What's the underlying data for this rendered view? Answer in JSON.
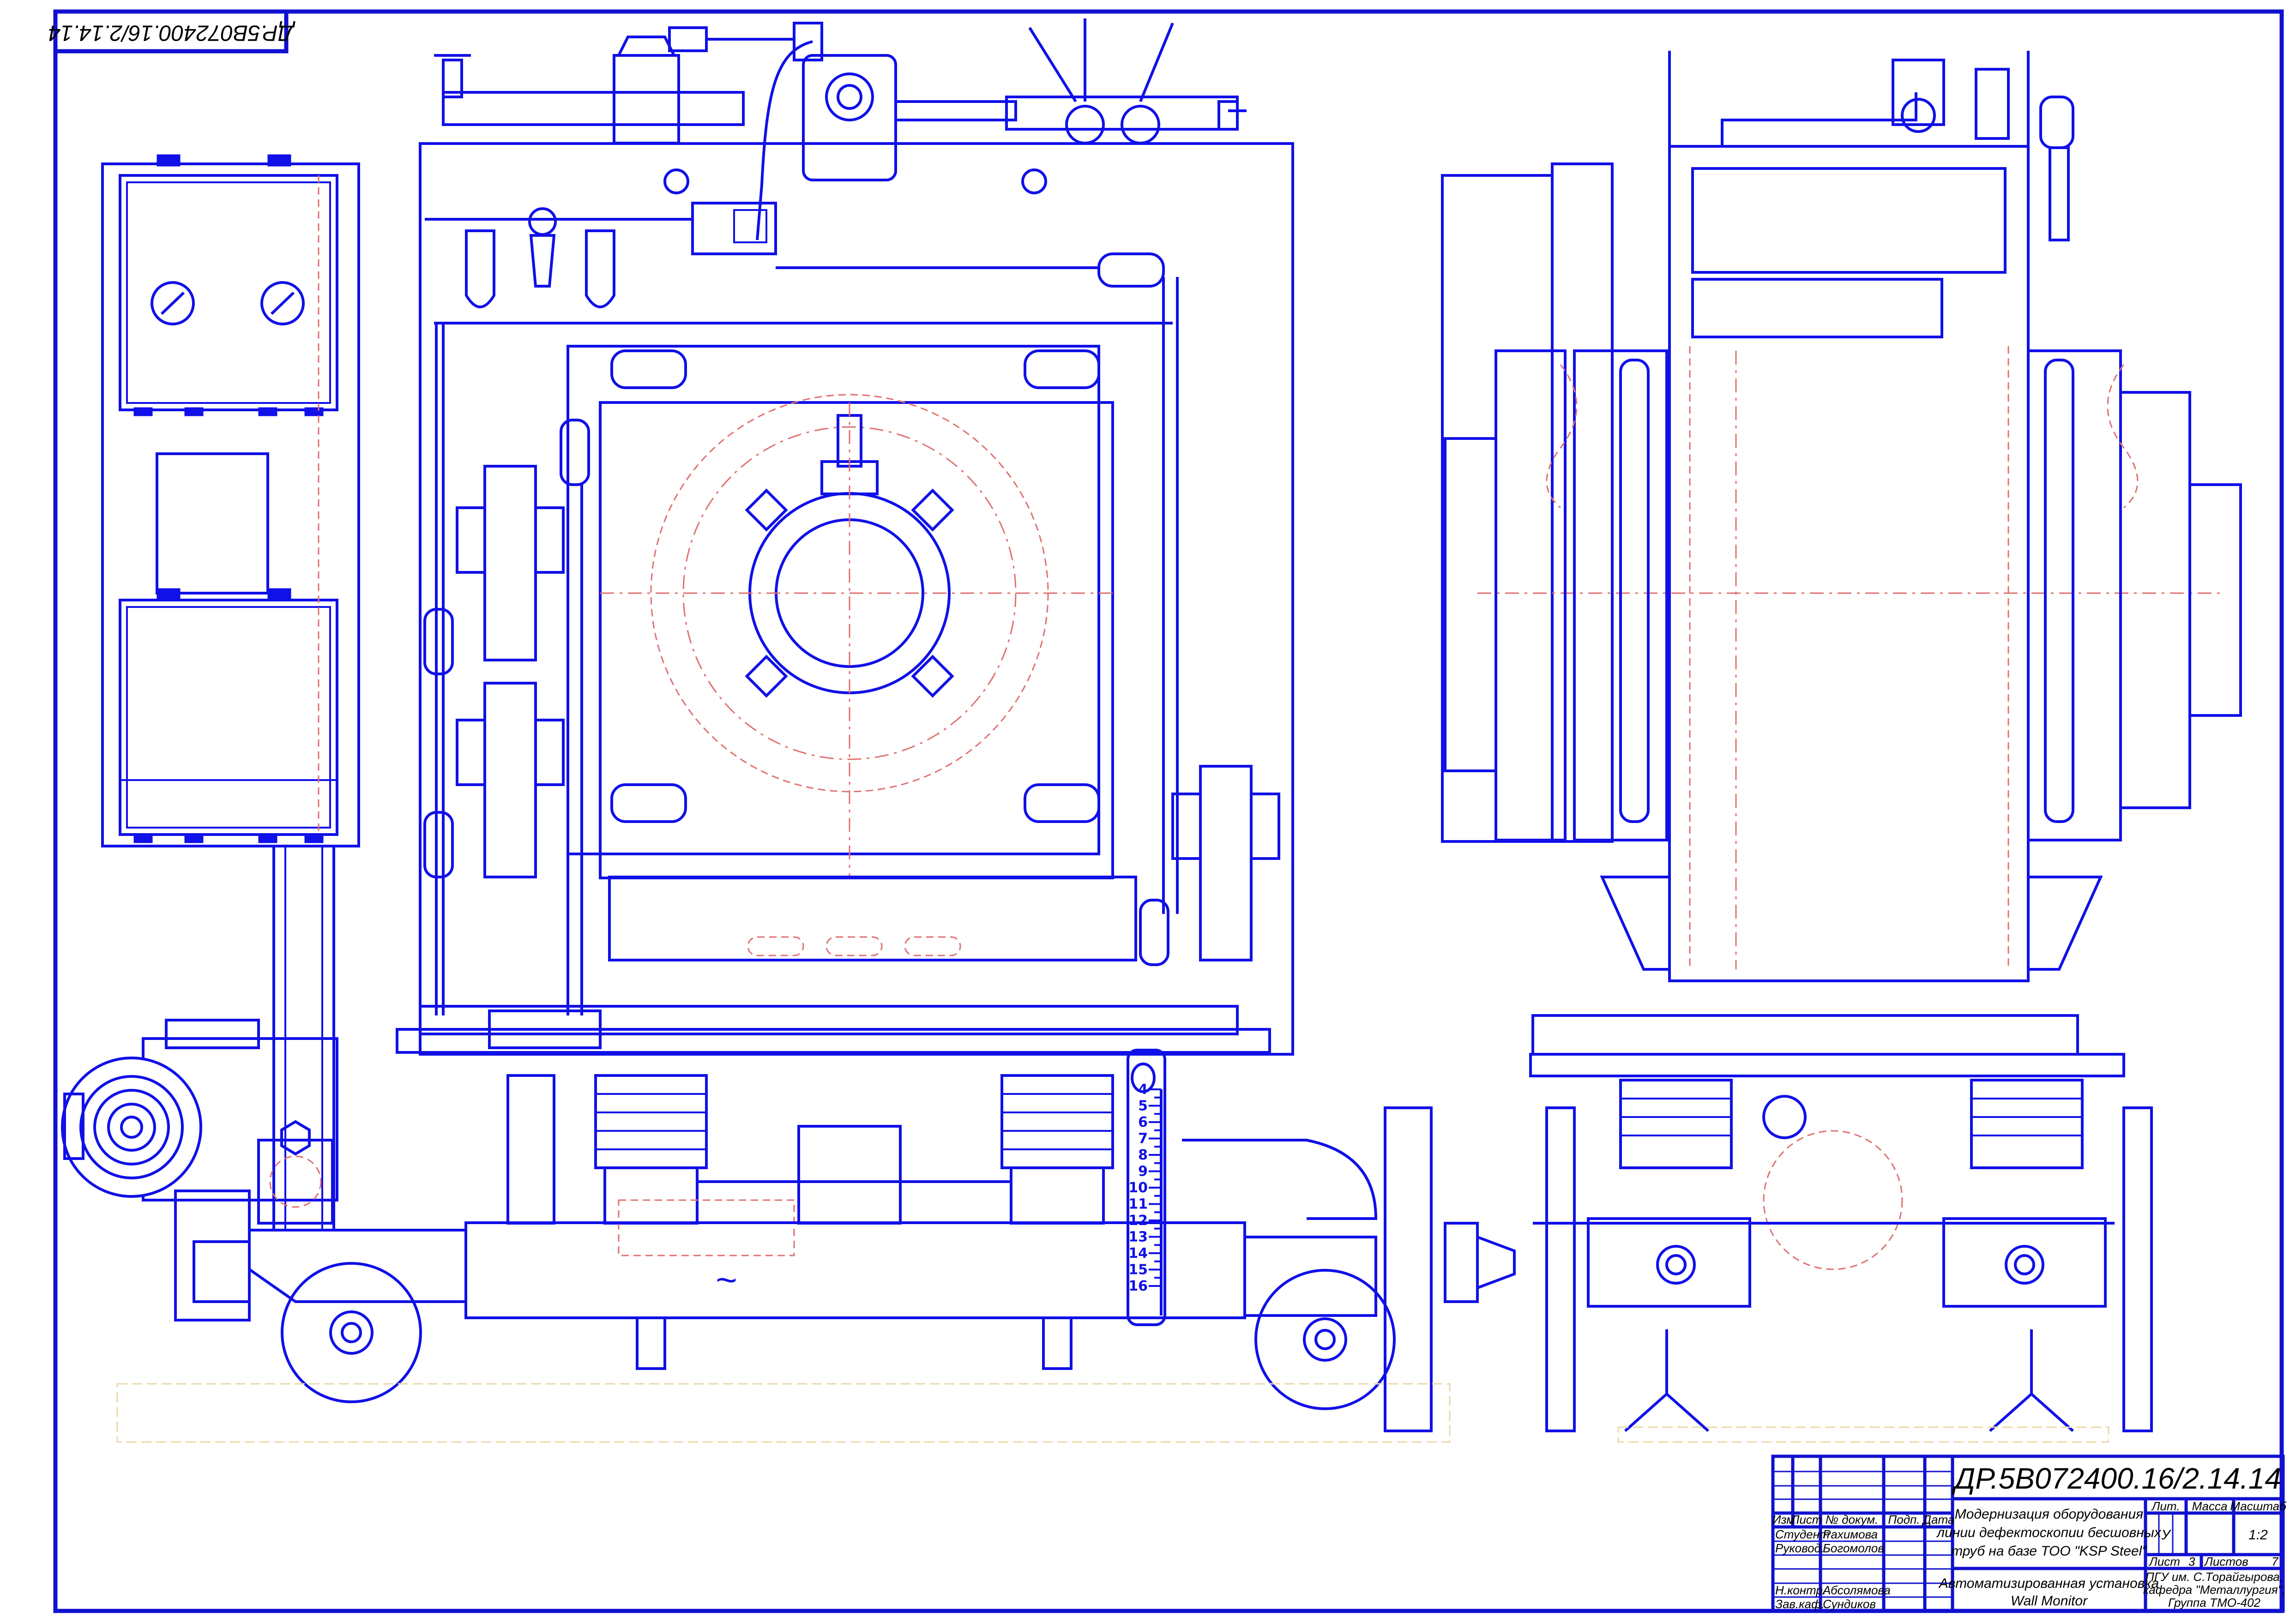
{
  "stamp": {
    "code_rotated": "ДР.5B072400.16/2.14.14"
  },
  "title_block": {
    "code": "ДР.5B072400.16/2.14.14",
    "headers": {
      "izm": "Изм",
      "list": "Лист",
      "doc_no": "№ докум.",
      "sign": "Подп.",
      "date": "Дата"
    },
    "roles": [
      {
        "role": "Студент",
        "name": "Рахимова"
      },
      {
        "role": "Руковод.",
        "name": "Богомолов"
      },
      {
        "role": "Н.контр.",
        "name": "Абсолямова"
      },
      {
        "role": "Зав.каф.",
        "name": "Сундиков"
      }
    ],
    "project_title": [
      "Модернизация оборудования",
      "линии дефектоскопии бесшовных",
      "труб на базе ТОО \"KSP Steel\""
    ],
    "drawing_title": [
      "Автоматизированная установка",
      "Wall Monitor"
    ],
    "lit_label": "Лит.",
    "lit_value": "У",
    "mass_label": "Масса",
    "scale_label": "Масштаб",
    "scale_value": "1:2",
    "sheet_label": "Лист",
    "sheet_value": "3",
    "sheets_label": "Листов",
    "sheets_value": "7",
    "organization": [
      "ПГУ им. С.Торайгырова,",
      "кафедра \"Металлургия\",",
      "Группа ТМО-402"
    ]
  },
  "ruler": {
    "ticks": [
      "4",
      "5",
      "6",
      "7",
      "8",
      "9",
      "10",
      "11",
      "12",
      "13",
      "14",
      "15",
      "16"
    ]
  },
  "base_symbol": "~",
  "colors": {
    "line": "#1010e8",
    "hidden": "#e07070"
  }
}
